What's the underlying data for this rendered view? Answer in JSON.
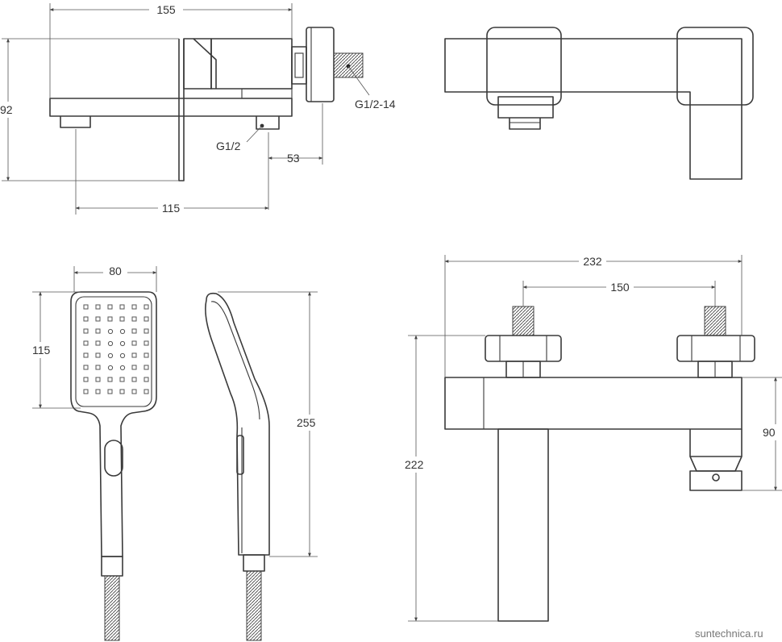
{
  "drawing": {
    "top_view": {
      "dim_width": "155",
      "dim_height": "92",
      "label_outlet_thread": "G1/2-14",
      "label_spout_thread": "G1/2",
      "dim_offset": "53",
      "dim_spout_reach": "115"
    },
    "hand_shower": {
      "dim_head_width": "80",
      "dim_head_height": "115",
      "dim_total_length": "255"
    },
    "front_view": {
      "dim_overall_width": "232",
      "dim_center_distance": "150",
      "dim_body_height": "90",
      "dim_total_height": "222"
    },
    "watermark": "suntechnica.ru"
  }
}
